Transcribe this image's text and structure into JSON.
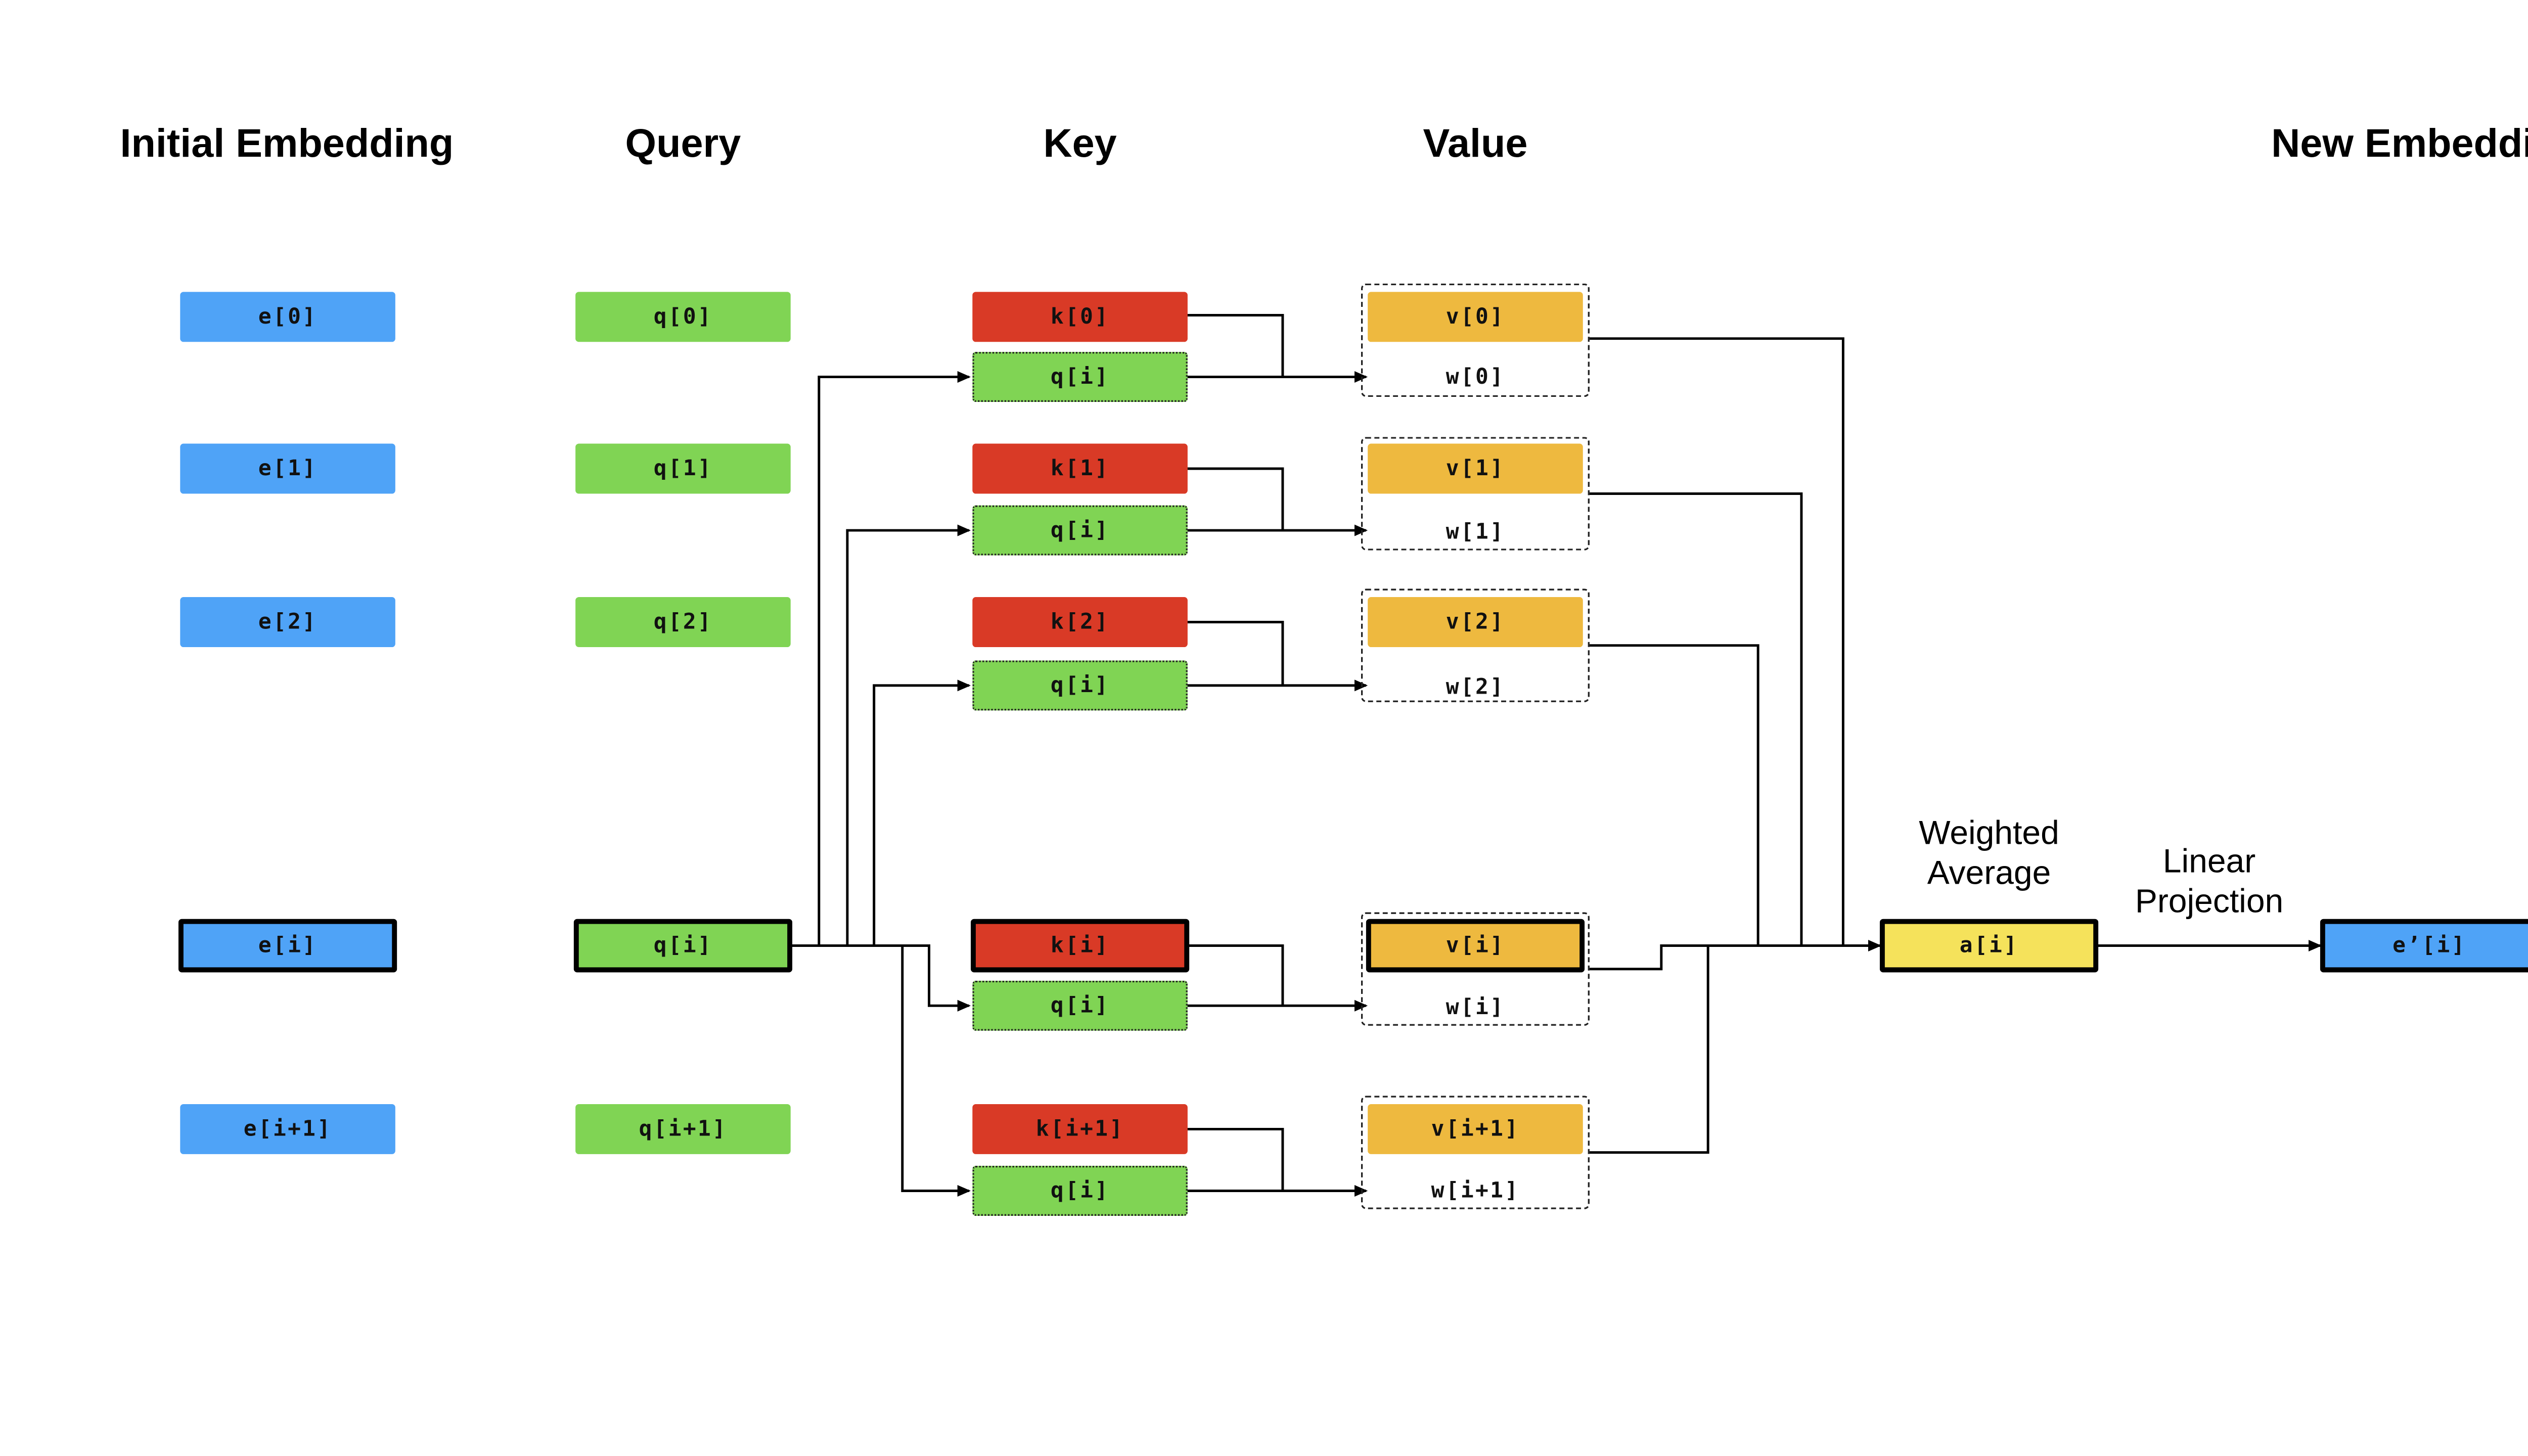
{
  "headers": {
    "initial_embedding": "Initial Embedding",
    "query": "Query",
    "key": "Key",
    "value": "Value",
    "new_embedding": "New Embedding"
  },
  "embeddings": [
    "e[0]",
    "e[1]",
    "e[2]",
    "e[i]",
    "e[i+1]"
  ],
  "queries": [
    "q[0]",
    "q[1]",
    "q[2]",
    "q[i]",
    "q[i+1]"
  ],
  "keys": [
    "k[0]",
    "k[1]",
    "k[2]",
    "k[i]",
    "k[i+1]"
  ],
  "key_query": "q[i]",
  "values": [
    "v[0]",
    "v[1]",
    "v[2]",
    "v[i]",
    "v[i+1]"
  ],
  "weights": [
    "w[0]",
    "w[1]",
    "w[2]",
    "w[i]",
    "w[i+1]"
  ],
  "weighted_average": {
    "caption_line1": "Weighted",
    "caption_line2": "Average",
    "box": "a[i]"
  },
  "linear_projection": {
    "caption_line1": "Linear",
    "caption_line2": "Projection"
  },
  "output": "e’[i]",
  "colors": {
    "embedding": "#4fa3f7",
    "query": "#80d454",
    "key": "#d93a26",
    "value": "#eeb93f",
    "average": "#f5e25b",
    "line": "#000000"
  }
}
